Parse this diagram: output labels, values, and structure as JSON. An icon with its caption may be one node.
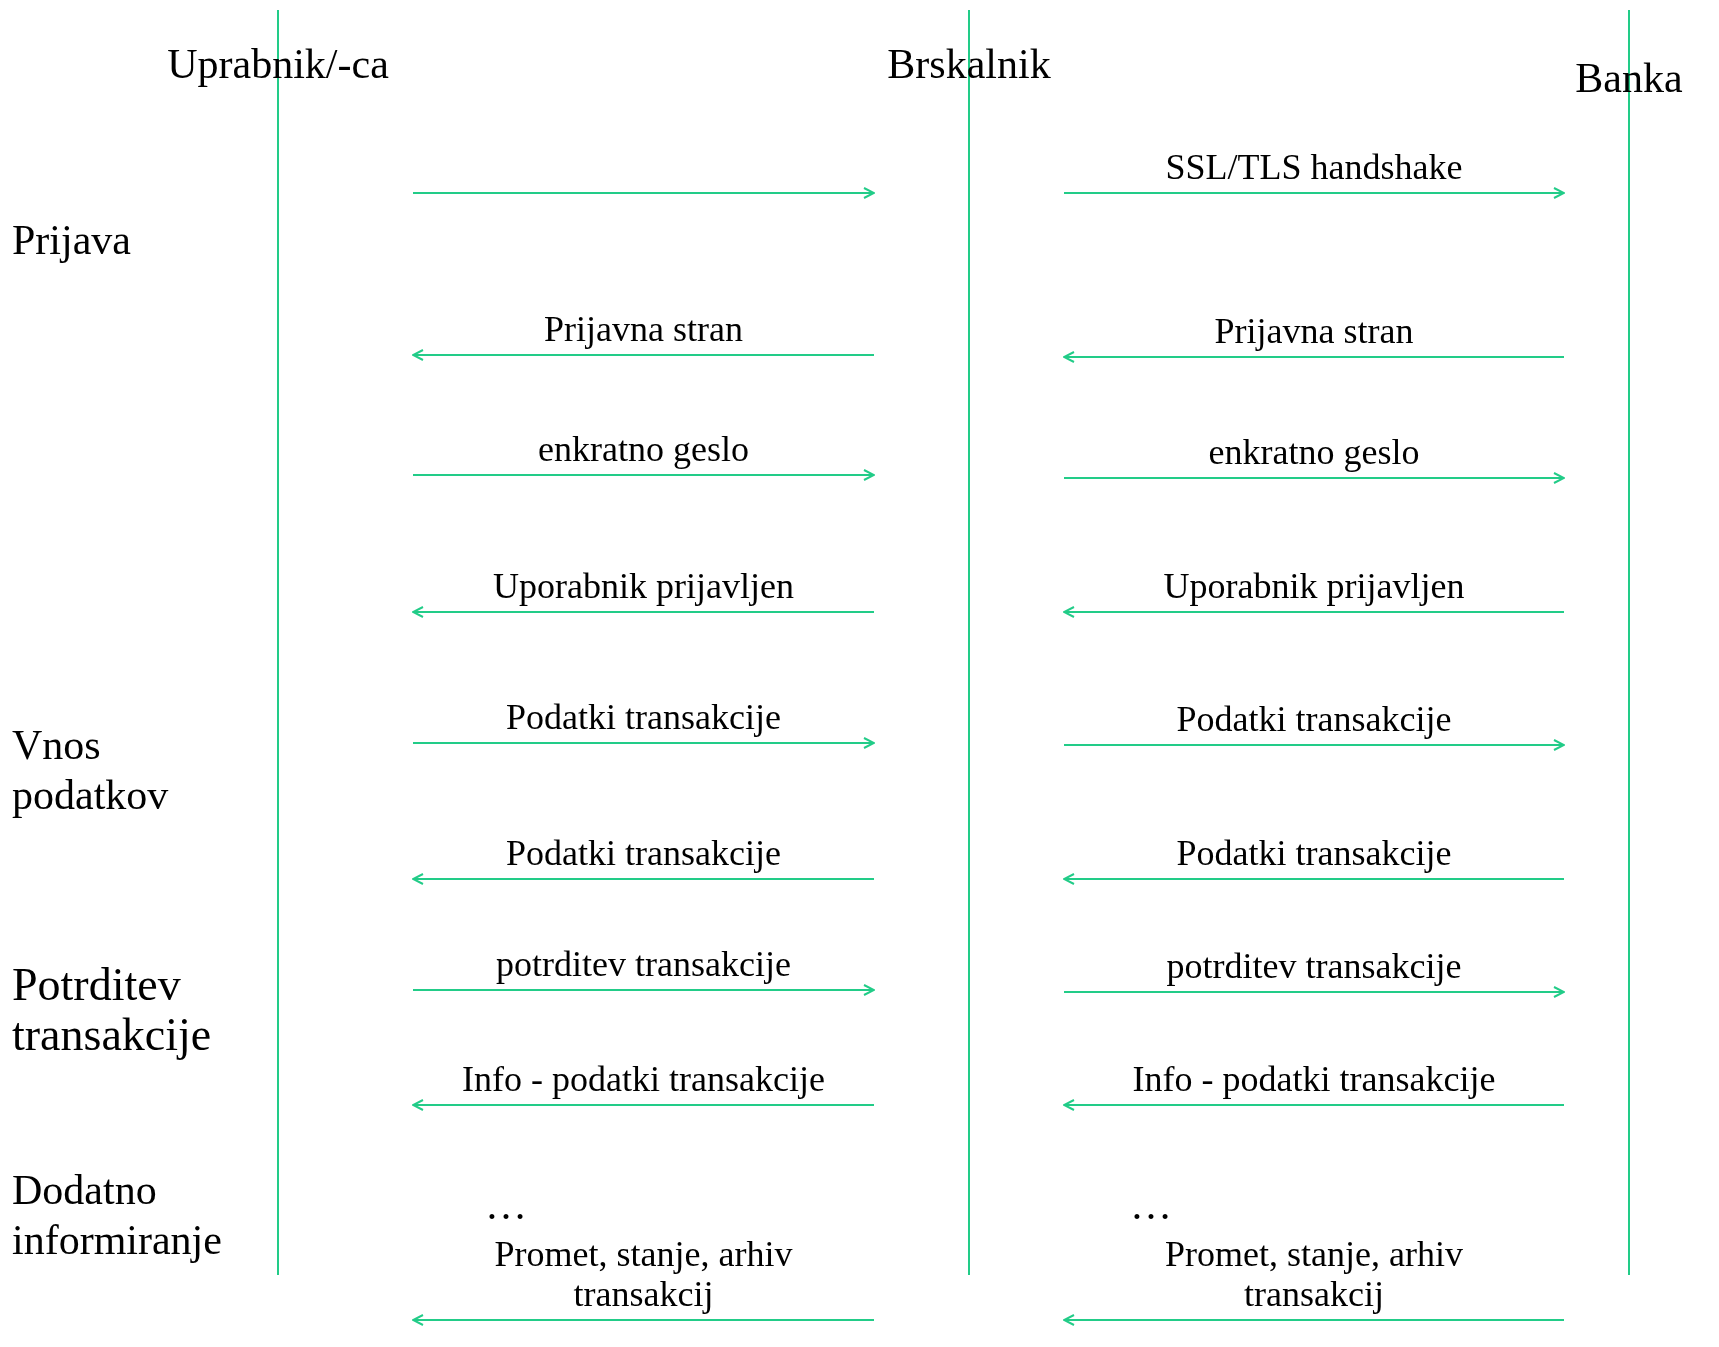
{
  "diagram": {
    "nodes": [
      {
        "text": [
          "Uprabnik/-ca"
        ]
      },
      {
        "text": [
          "Brskalnik"
        ]
      },
      {
        "text": [
          "Banka"
        ]
      }
    ],
    "edges": [
      {
        "from": 0,
        "to": 1,
        "arrow": "to"
      },
      {
        "from": 1,
        "to": 2,
        "arrow": "to",
        "label": "SSL/TLS handshake"
      },
      {
        "from": 1,
        "to": 0,
        "arrow": "to",
        "label": "Prijavna stran"
      },
      {
        "from": 2,
        "to": 1,
        "arrow": "to",
        "label": "Prijavna stran"
      },
      {
        "from": 0,
        "to": 1,
        "arrow": "to",
        "label": "enkratno geslo"
      },
      {
        "from": 1,
        "to": 2,
        "arrow": "to",
        "label": "enkratno geslo"
      },
      {
        "from": 1,
        "to": 0,
        "arrow": "to",
        "label": "Uporabnik prijavljen"
      },
      {
        "from": 2,
        "to": 1,
        "arrow": "to",
        "label": "Uporabnik prijavljen"
      },
      {
        "from": 0,
        "to": 1,
        "arrow": "to",
        "label": "Podatki transakcije"
      },
      {
        "from": 1,
        "to": 2,
        "arrow": "to",
        "label": "Podatki transakcije"
      },
      {
        "from": 1,
        "to": 0,
        "arrow": "to",
        "label": "Podatki transakcije"
      },
      {
        "from": 2,
        "to": 1,
        "arrow": "to",
        "label": "Podatki transakcije"
      },
      {
        "from": 0,
        "to": 1,
        "arrow": "to",
        "label": "potrditev transakcije"
      },
      {
        "from": 1,
        "to": 2,
        "arrow": "to",
        "label": "potrditev transakcije"
      },
      {
        "from": 1,
        "to": 0,
        "arrow": "to",
        "label": "Info - podatki transakcije"
      },
      {
        "from": 2,
        "to": 1,
        "arrow": "to",
        "label": "Info - podatki transakcije"
      },
      {
        "from": 1,
        "to": 0,
        "arrow": "to",
        "label": "Promet, stanje, arhiv transakcij"
      },
      {
        "from": 2,
        "to": 1,
        "arrow": "to",
        "label": "Promet, stanje, arhiv transakcij"
      }
    ],
    "labels": [
      "Prijava",
      "Vnos podatkov",
      "Potrditev transakcije",
      "Dodatno informiranje",
      "…",
      "…"
    ]
  }
}
